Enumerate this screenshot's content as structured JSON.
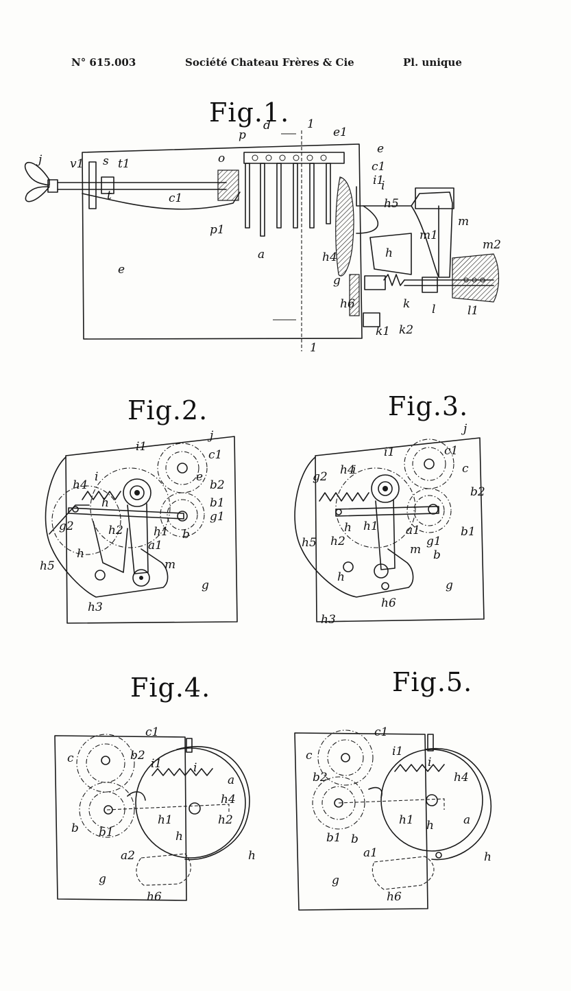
{
  "header": {
    "number": "N° 615.003",
    "company": "Société Chateau Frères & Cie",
    "plate": "Pl. unique"
  },
  "figures": [
    {
      "id": "fig1",
      "title": "Fig.1."
    },
    {
      "id": "fig2",
      "title": "Fig.2."
    },
    {
      "id": "fig3",
      "title": "Fig.3."
    },
    {
      "id": "fig4",
      "title": "Fig.4."
    },
    {
      "id": "fig5",
      "title": "Fig.5."
    }
  ],
  "labels": {
    "fig1": [
      "j",
      "v1",
      "s",
      "t1",
      "t",
      "c1",
      "p",
      "o",
      "p1",
      "d",
      "1",
      "e1",
      "e",
      "c1",
      "i1",
      "i",
      "h5",
      "m",
      "m1",
      "h",
      "m2",
      "a",
      "h4",
      "g",
      "e",
      "h6",
      "k",
      "l",
      "l1",
      "k1",
      "k2",
      "1"
    ],
    "fig2": [
      "j",
      "i1",
      "c1",
      "i",
      "h4",
      "e",
      "b2",
      "h",
      "b1",
      "g2",
      "h2",
      "g1",
      "a1",
      "h1",
      "b",
      "h",
      "m",
      "h5",
      "h3",
      "g"
    ],
    "fig3": [
      "j",
      "i1",
      "c1",
      "g2",
      "h4",
      "i",
      "c",
      "b2",
      "h",
      "a1",
      "h5",
      "h1",
      "h2",
      "m",
      "g1",
      "b1",
      "b",
      "h",
      "g",
      "h6",
      "h3"
    ],
    "fig4": [
      "c1",
      "c",
      "b2",
      "i1",
      "i",
      "a",
      "b",
      "b1",
      "h1",
      "h",
      "h4",
      "h2",
      "a2",
      "h",
      "g",
      "h6"
    ],
    "fig5": [
      "c1",
      "c",
      "i1",
      "i",
      "h4",
      "b2",
      "b1",
      "b",
      "h1",
      "h",
      "a1",
      "a",
      "h",
      "g",
      "h6"
    ]
  },
  "colors": {
    "ink": "#1a1a1a",
    "paper": "#fdfdfb"
  }
}
